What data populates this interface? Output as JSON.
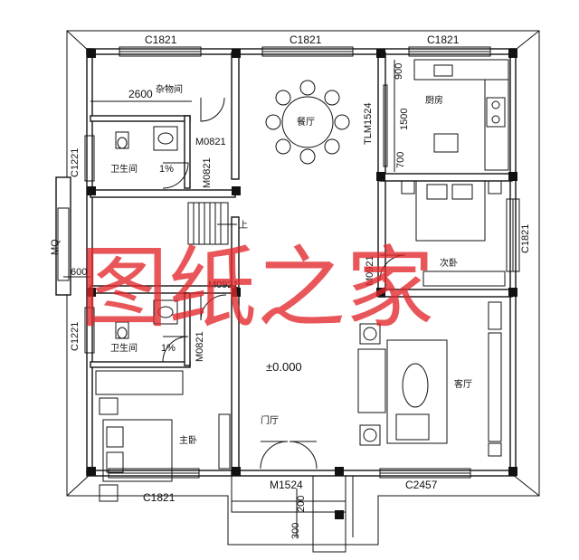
{
  "watermark": {
    "text": "图纸之家",
    "color": "#e2262c"
  },
  "level": "±0.000",
  "rooms": {
    "storage": "杂物间",
    "dining": "餐厅",
    "kitchen": "厨房",
    "bath_upper": "卫生间",
    "bath_lower": "卫生间",
    "stairs_up": "上",
    "bedroom": "次卧",
    "living": "客厅",
    "foyer": "门厅",
    "master_bedroom": "主卧"
  },
  "labels": {
    "c1821_top_left": "C1821",
    "c1821_top_mid": "C1821",
    "c1821_top_right": "C1821",
    "dim_2600": "2600",
    "m0821_upper": "M0821",
    "m0821_vertical": "M0821",
    "tlm1524": "TLM1524",
    "dim_900": "900",
    "dim_1500": "1500",
    "dim_700": "700",
    "c1221_upper": "C1221",
    "slope_upper": "1%",
    "mq": "MQ",
    "dim_600": "600",
    "m0921_left": "M0921",
    "m0921_right": "M0921",
    "c1821_right": "C1821",
    "c1221_lower": "C1221",
    "slope_lower": "1%",
    "m0821_lower": "M0821",
    "c1821_bottom": "C1821",
    "m1524": "M1524",
    "c2457": "C2457",
    "dim_200": "200",
    "dim_300": "300"
  }
}
